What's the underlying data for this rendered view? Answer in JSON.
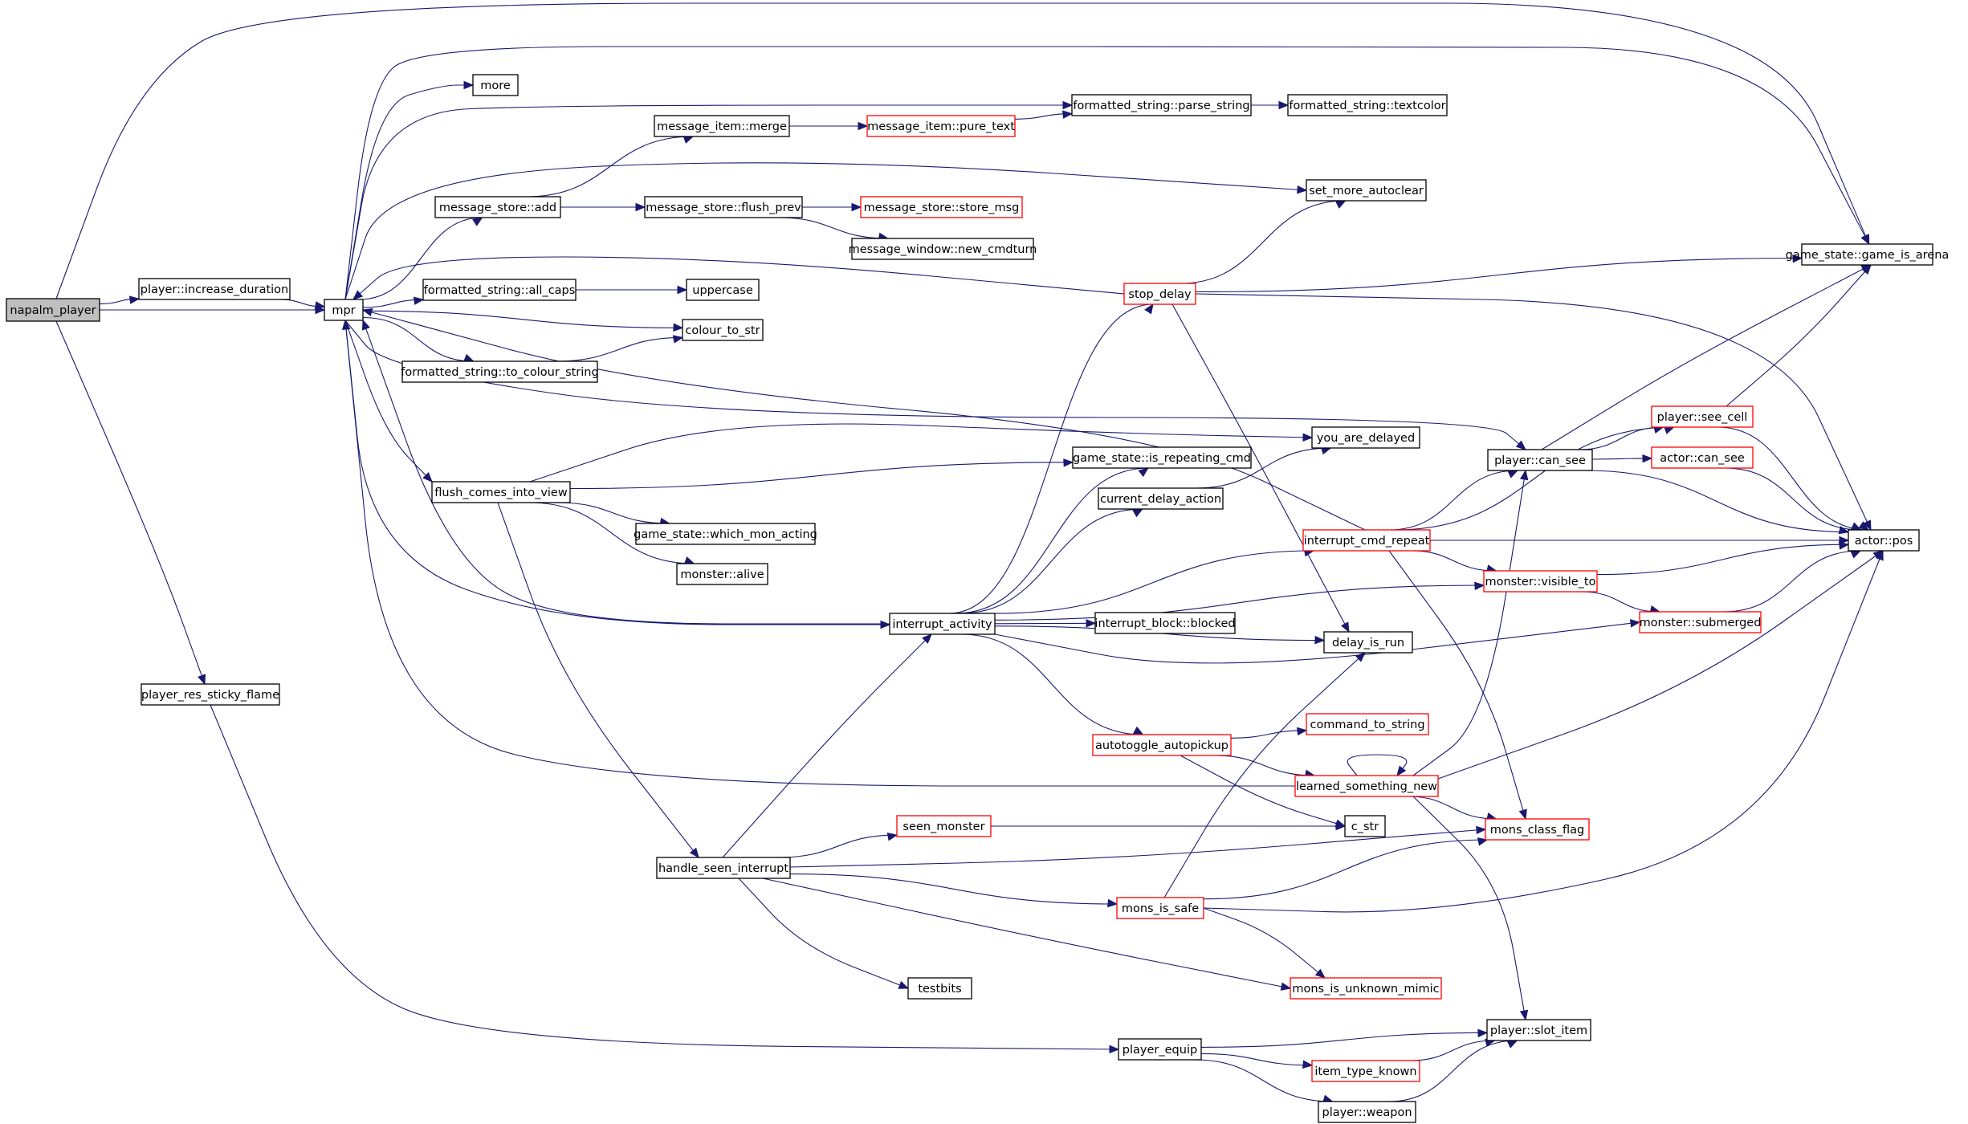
{
  "colors": {
    "edge": "#191970",
    "node_border": "#000000",
    "node_border_truncated": "#ff0000",
    "root_fill": "#bfbfbf",
    "node_fill": "#ffffff"
  },
  "graph": {
    "root": "napalm_player",
    "nodes": [
      {
        "id": "napalm_player",
        "label": "napalm_player",
        "style": "root"
      },
      {
        "id": "increase_duration",
        "label": "player::increase_duration",
        "style": "normal"
      },
      {
        "id": "mpr",
        "label": "mpr",
        "style": "normal"
      },
      {
        "id": "more",
        "label": "more",
        "style": "normal"
      },
      {
        "id": "merge",
        "label": "message_item::merge",
        "style": "normal"
      },
      {
        "id": "pure_text",
        "label": "message_item::pure_text",
        "style": "truncated"
      },
      {
        "id": "parse_string",
        "label": "formatted_string::parse_string",
        "style": "normal"
      },
      {
        "id": "textcolor",
        "label": "formatted_string::textcolor",
        "style": "normal"
      },
      {
        "id": "store_add",
        "label": "message_store::add",
        "style": "normal"
      },
      {
        "id": "flush_prev",
        "label": "message_store::flush_prev",
        "style": "normal"
      },
      {
        "id": "store_msg",
        "label": "message_store::store_msg",
        "style": "truncated"
      },
      {
        "id": "new_cmdturn",
        "label": "message_window::new_cmdturn",
        "style": "normal"
      },
      {
        "id": "set_more_autoclear",
        "label": "set_more_autoclear",
        "style": "normal"
      },
      {
        "id": "all_caps",
        "label": "formatted_string::all_caps",
        "style": "normal"
      },
      {
        "id": "uppercase",
        "label": "uppercase",
        "style": "normal"
      },
      {
        "id": "colour_to_str",
        "label": "colour_to_str",
        "style": "normal"
      },
      {
        "id": "to_colour_string",
        "label": "formatted_string::to_colour_string",
        "style": "normal"
      },
      {
        "id": "stop_delay",
        "label": "stop_delay",
        "style": "truncated"
      },
      {
        "id": "game_is_arena",
        "label": "game_state::game_is_arena",
        "style": "normal"
      },
      {
        "id": "flush_comes_into_view",
        "label": "flush_comes_into_view",
        "style": "normal"
      },
      {
        "id": "is_repeating_cmd",
        "label": "game_state::is_repeating_cmd",
        "style": "normal"
      },
      {
        "id": "you_are_delayed",
        "label": "you_are_delayed",
        "style": "normal"
      },
      {
        "id": "which_mon_acting",
        "label": "game_state::which_mon_acting",
        "style": "normal"
      },
      {
        "id": "monster_alive",
        "label": "monster::alive",
        "style": "normal"
      },
      {
        "id": "current_delay_action",
        "label": "current_delay_action",
        "style": "normal"
      },
      {
        "id": "player_can_see",
        "label": "player::can_see",
        "style": "normal"
      },
      {
        "id": "player_see_cell",
        "label": "player::see_cell",
        "style": "truncated"
      },
      {
        "id": "actor_can_see",
        "label": "actor::can_see",
        "style": "truncated"
      },
      {
        "id": "interrupt_cmd_repeat",
        "label": "interrupt_cmd_repeat",
        "style": "truncated"
      },
      {
        "id": "actor_pos",
        "label": "actor::pos",
        "style": "normal"
      },
      {
        "id": "monster_visible_to",
        "label": "monster::visible_to",
        "style": "truncated"
      },
      {
        "id": "interrupt_activity",
        "label": "interrupt_activity",
        "style": "normal"
      },
      {
        "id": "interrupt_block_blocked",
        "label": "interrupt_block::blocked",
        "style": "normal"
      },
      {
        "id": "monster_submerged",
        "label": "monster::submerged",
        "style": "truncated"
      },
      {
        "id": "delay_is_run",
        "label": "delay_is_run",
        "style": "normal"
      },
      {
        "id": "player_res_sticky_flame",
        "label": "player_res_sticky_flame",
        "style": "normal"
      },
      {
        "id": "autotoggle_autopickup",
        "label": "autotoggle_autopickup",
        "style": "truncated"
      },
      {
        "id": "command_to_string",
        "label": "command_to_string",
        "style": "truncated"
      },
      {
        "id": "learned_something_new",
        "label": "learned_something_new",
        "style": "truncated"
      },
      {
        "id": "c_str",
        "label": "c_str",
        "style": "normal"
      },
      {
        "id": "seen_monster",
        "label": "seen_monster",
        "style": "truncated"
      },
      {
        "id": "mons_class_flag",
        "label": "mons_class_flag",
        "style": "truncated"
      },
      {
        "id": "handle_seen_interrupt",
        "label": "handle_seen_interrupt",
        "style": "normal"
      },
      {
        "id": "mons_is_safe",
        "label": "mons_is_safe",
        "style": "truncated"
      },
      {
        "id": "mons_is_unknown_mimic",
        "label": "mons_is_unknown_mimic",
        "style": "truncated"
      },
      {
        "id": "testbits",
        "label": "testbits",
        "style": "normal"
      },
      {
        "id": "player_equip",
        "label": "player_equip",
        "style": "normal"
      },
      {
        "id": "player_slot_item",
        "label": "player::slot_item",
        "style": "normal"
      },
      {
        "id": "item_type_known",
        "label": "item_type_known",
        "style": "truncated"
      },
      {
        "id": "player_weapon",
        "label": "player::weapon",
        "style": "normal"
      }
    ],
    "edges": [
      [
        "napalm_player",
        "increase_duration"
      ],
      [
        "napalm_player",
        "mpr"
      ],
      [
        "napalm_player",
        "game_is_arena"
      ],
      [
        "napalm_player",
        "player_res_sticky_flame"
      ],
      [
        "increase_duration",
        "mpr"
      ],
      [
        "mpr",
        "more"
      ],
      [
        "mpr",
        "parse_string"
      ],
      [
        "mpr",
        "game_is_arena"
      ],
      [
        "mpr",
        "store_add"
      ],
      [
        "mpr",
        "set_more_autoclear"
      ],
      [
        "mpr",
        "all_caps"
      ],
      [
        "mpr",
        "colour_to_str"
      ],
      [
        "mpr",
        "to_colour_string"
      ],
      [
        "mpr",
        "flush_comes_into_view"
      ],
      [
        "mpr",
        "interrupt_activity"
      ],
      [
        "mpr",
        "player_can_see"
      ],
      [
        "store_add",
        "merge"
      ],
      [
        "store_add",
        "flush_prev"
      ],
      [
        "merge",
        "pure_text"
      ],
      [
        "pure_text",
        "parse_string"
      ],
      [
        "parse_string",
        "textcolor"
      ],
      [
        "flush_prev",
        "store_msg"
      ],
      [
        "flush_prev",
        "new_cmdturn"
      ],
      [
        "all_caps",
        "uppercase"
      ],
      [
        "to_colour_string",
        "colour_to_str"
      ],
      [
        "stop_delay",
        "mpr"
      ],
      [
        "stop_delay",
        "set_more_autoclear"
      ],
      [
        "stop_delay",
        "game_is_arena"
      ],
      [
        "stop_delay",
        "actor_pos"
      ],
      [
        "stop_delay",
        "delay_is_run"
      ],
      [
        "flush_comes_into_view",
        "you_are_delayed"
      ],
      [
        "flush_comes_into_view",
        "is_repeating_cmd"
      ],
      [
        "flush_comes_into_view",
        "which_mon_acting"
      ],
      [
        "flush_comes_into_view",
        "monster_alive"
      ],
      [
        "flush_comes_into_view",
        "handle_seen_interrupt"
      ],
      [
        "current_delay_action",
        "you_are_delayed"
      ],
      [
        "interrupt_activity",
        "mpr"
      ],
      [
        "interrupt_activity",
        "stop_delay"
      ],
      [
        "interrupt_activity",
        "is_repeating_cmd"
      ],
      [
        "interrupt_activity",
        "current_delay_action"
      ],
      [
        "interrupt_activity",
        "interrupt_cmd_repeat"
      ],
      [
        "interrupt_activity",
        "monster_visible_to"
      ],
      [
        "interrupt_activity",
        "interrupt_block_blocked"
      ],
      [
        "interrupt_activity",
        "delay_is_run"
      ],
      [
        "interrupt_activity",
        "monster_submerged"
      ],
      [
        "interrupt_activity",
        "autotoggle_autopickup"
      ],
      [
        "interrupt_cmd_repeat",
        "mpr"
      ],
      [
        "interrupt_cmd_repeat",
        "player_see_cell"
      ],
      [
        "interrupt_cmd_repeat",
        "player_can_see"
      ],
      [
        "interrupt_cmd_repeat",
        "actor_pos"
      ],
      [
        "interrupt_cmd_repeat",
        "monster_visible_to"
      ],
      [
        "interrupt_cmd_repeat",
        "mons_class_flag"
      ],
      [
        "player_can_see",
        "player_see_cell"
      ],
      [
        "player_can_see",
        "actor_can_see"
      ],
      [
        "player_can_see",
        "actor_pos"
      ],
      [
        "player_can_see",
        "game_is_arena"
      ],
      [
        "player_see_cell",
        "game_is_arena"
      ],
      [
        "player_see_cell",
        "actor_pos"
      ],
      [
        "actor_can_see",
        "actor_pos"
      ],
      [
        "monster_visible_to",
        "actor_pos"
      ],
      [
        "monster_visible_to",
        "monster_submerged"
      ],
      [
        "monster_submerged",
        "actor_pos"
      ],
      [
        "autotoggle_autopickup",
        "command_to_string"
      ],
      [
        "autotoggle_autopickup",
        "learned_something_new"
      ],
      [
        "autotoggle_autopickup",
        "c_str"
      ],
      [
        "learned_something_new",
        "learned_something_new"
      ],
      [
        "learned_something_new",
        "mpr"
      ],
      [
        "learned_something_new",
        "player_can_see"
      ],
      [
        "learned_something_new",
        "actor_pos"
      ],
      [
        "learned_something_new",
        "mons_class_flag"
      ],
      [
        "learned_something_new",
        "player_slot_item"
      ],
      [
        "handle_seen_interrupt",
        "interrupt_activity"
      ],
      [
        "handle_seen_interrupt",
        "seen_monster"
      ],
      [
        "handle_seen_interrupt",
        "mons_class_flag"
      ],
      [
        "handle_seen_interrupt",
        "mons_is_safe"
      ],
      [
        "handle_seen_interrupt",
        "mons_is_unknown_mimic"
      ],
      [
        "handle_seen_interrupt",
        "testbits"
      ],
      [
        "seen_monster",
        "c_str"
      ],
      [
        "mons_is_safe",
        "delay_is_run"
      ],
      [
        "mons_is_safe",
        "mons_class_flag"
      ],
      [
        "mons_is_safe",
        "actor_pos"
      ],
      [
        "mons_is_safe",
        "mons_is_unknown_mimic"
      ],
      [
        "player_res_sticky_flame",
        "player_equip"
      ],
      [
        "player_equip",
        "player_slot_item"
      ],
      [
        "player_equip",
        "item_type_known"
      ],
      [
        "player_equip",
        "player_weapon"
      ],
      [
        "item_type_known",
        "player_slot_item"
      ],
      [
        "player_weapon",
        "player_slot_item"
      ]
    ]
  }
}
